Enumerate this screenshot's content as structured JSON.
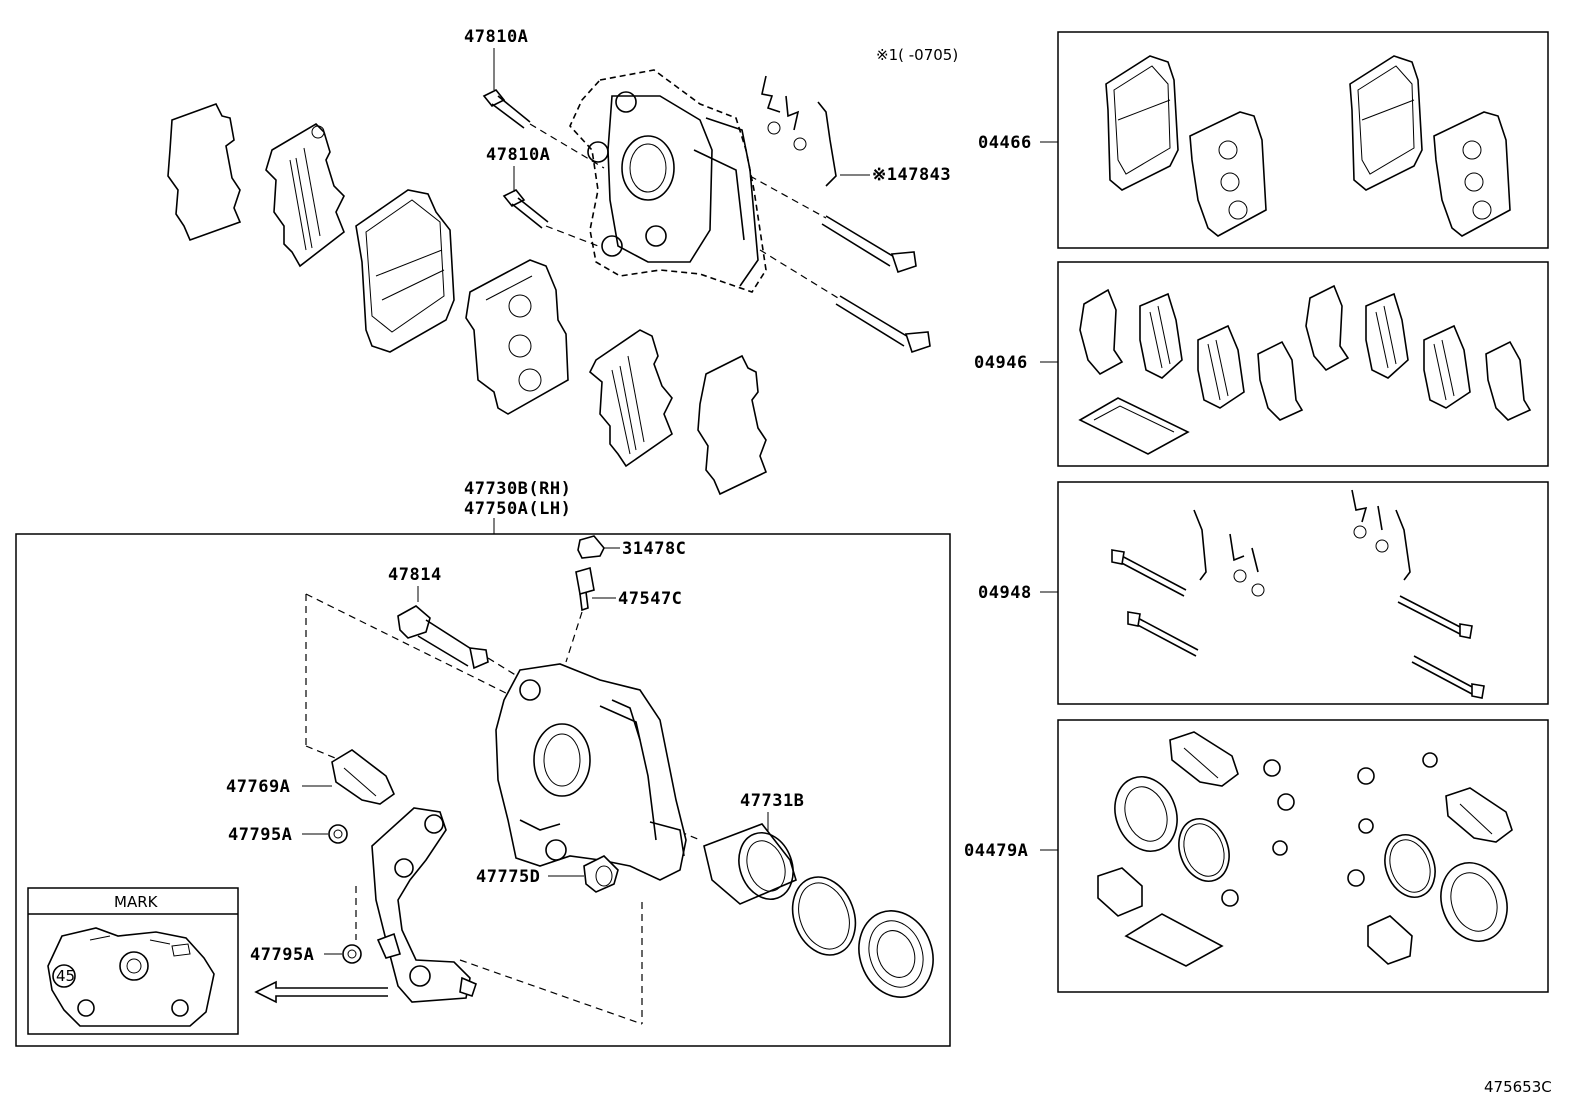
{
  "labels": {
    "p47810a_top": "47810A",
    "p47810a_mid": "47810A",
    "note_range": "※1(    -0705)",
    "p47843": "※147843",
    "p47730b": "47730B(RH)",
    "p47750a": "47750A(LH)",
    "p31478c": "31478C",
    "p47814": "47814",
    "p47547c": "47547C",
    "p47769a": "47769A",
    "p47795a_1": "47795A",
    "p47795a_2": "47795A",
    "p47775d": "47775D",
    "p47731b": "47731B",
    "p04466": "04466",
    "p04946": "04946",
    "p04948": "04948",
    "p04479a": "04479A",
    "mark_title": "MARK",
    "mark_45": "45",
    "figure_id": "475653C"
  },
  "colors": {
    "line": "#000000",
    "background": "#ffffff"
  }
}
